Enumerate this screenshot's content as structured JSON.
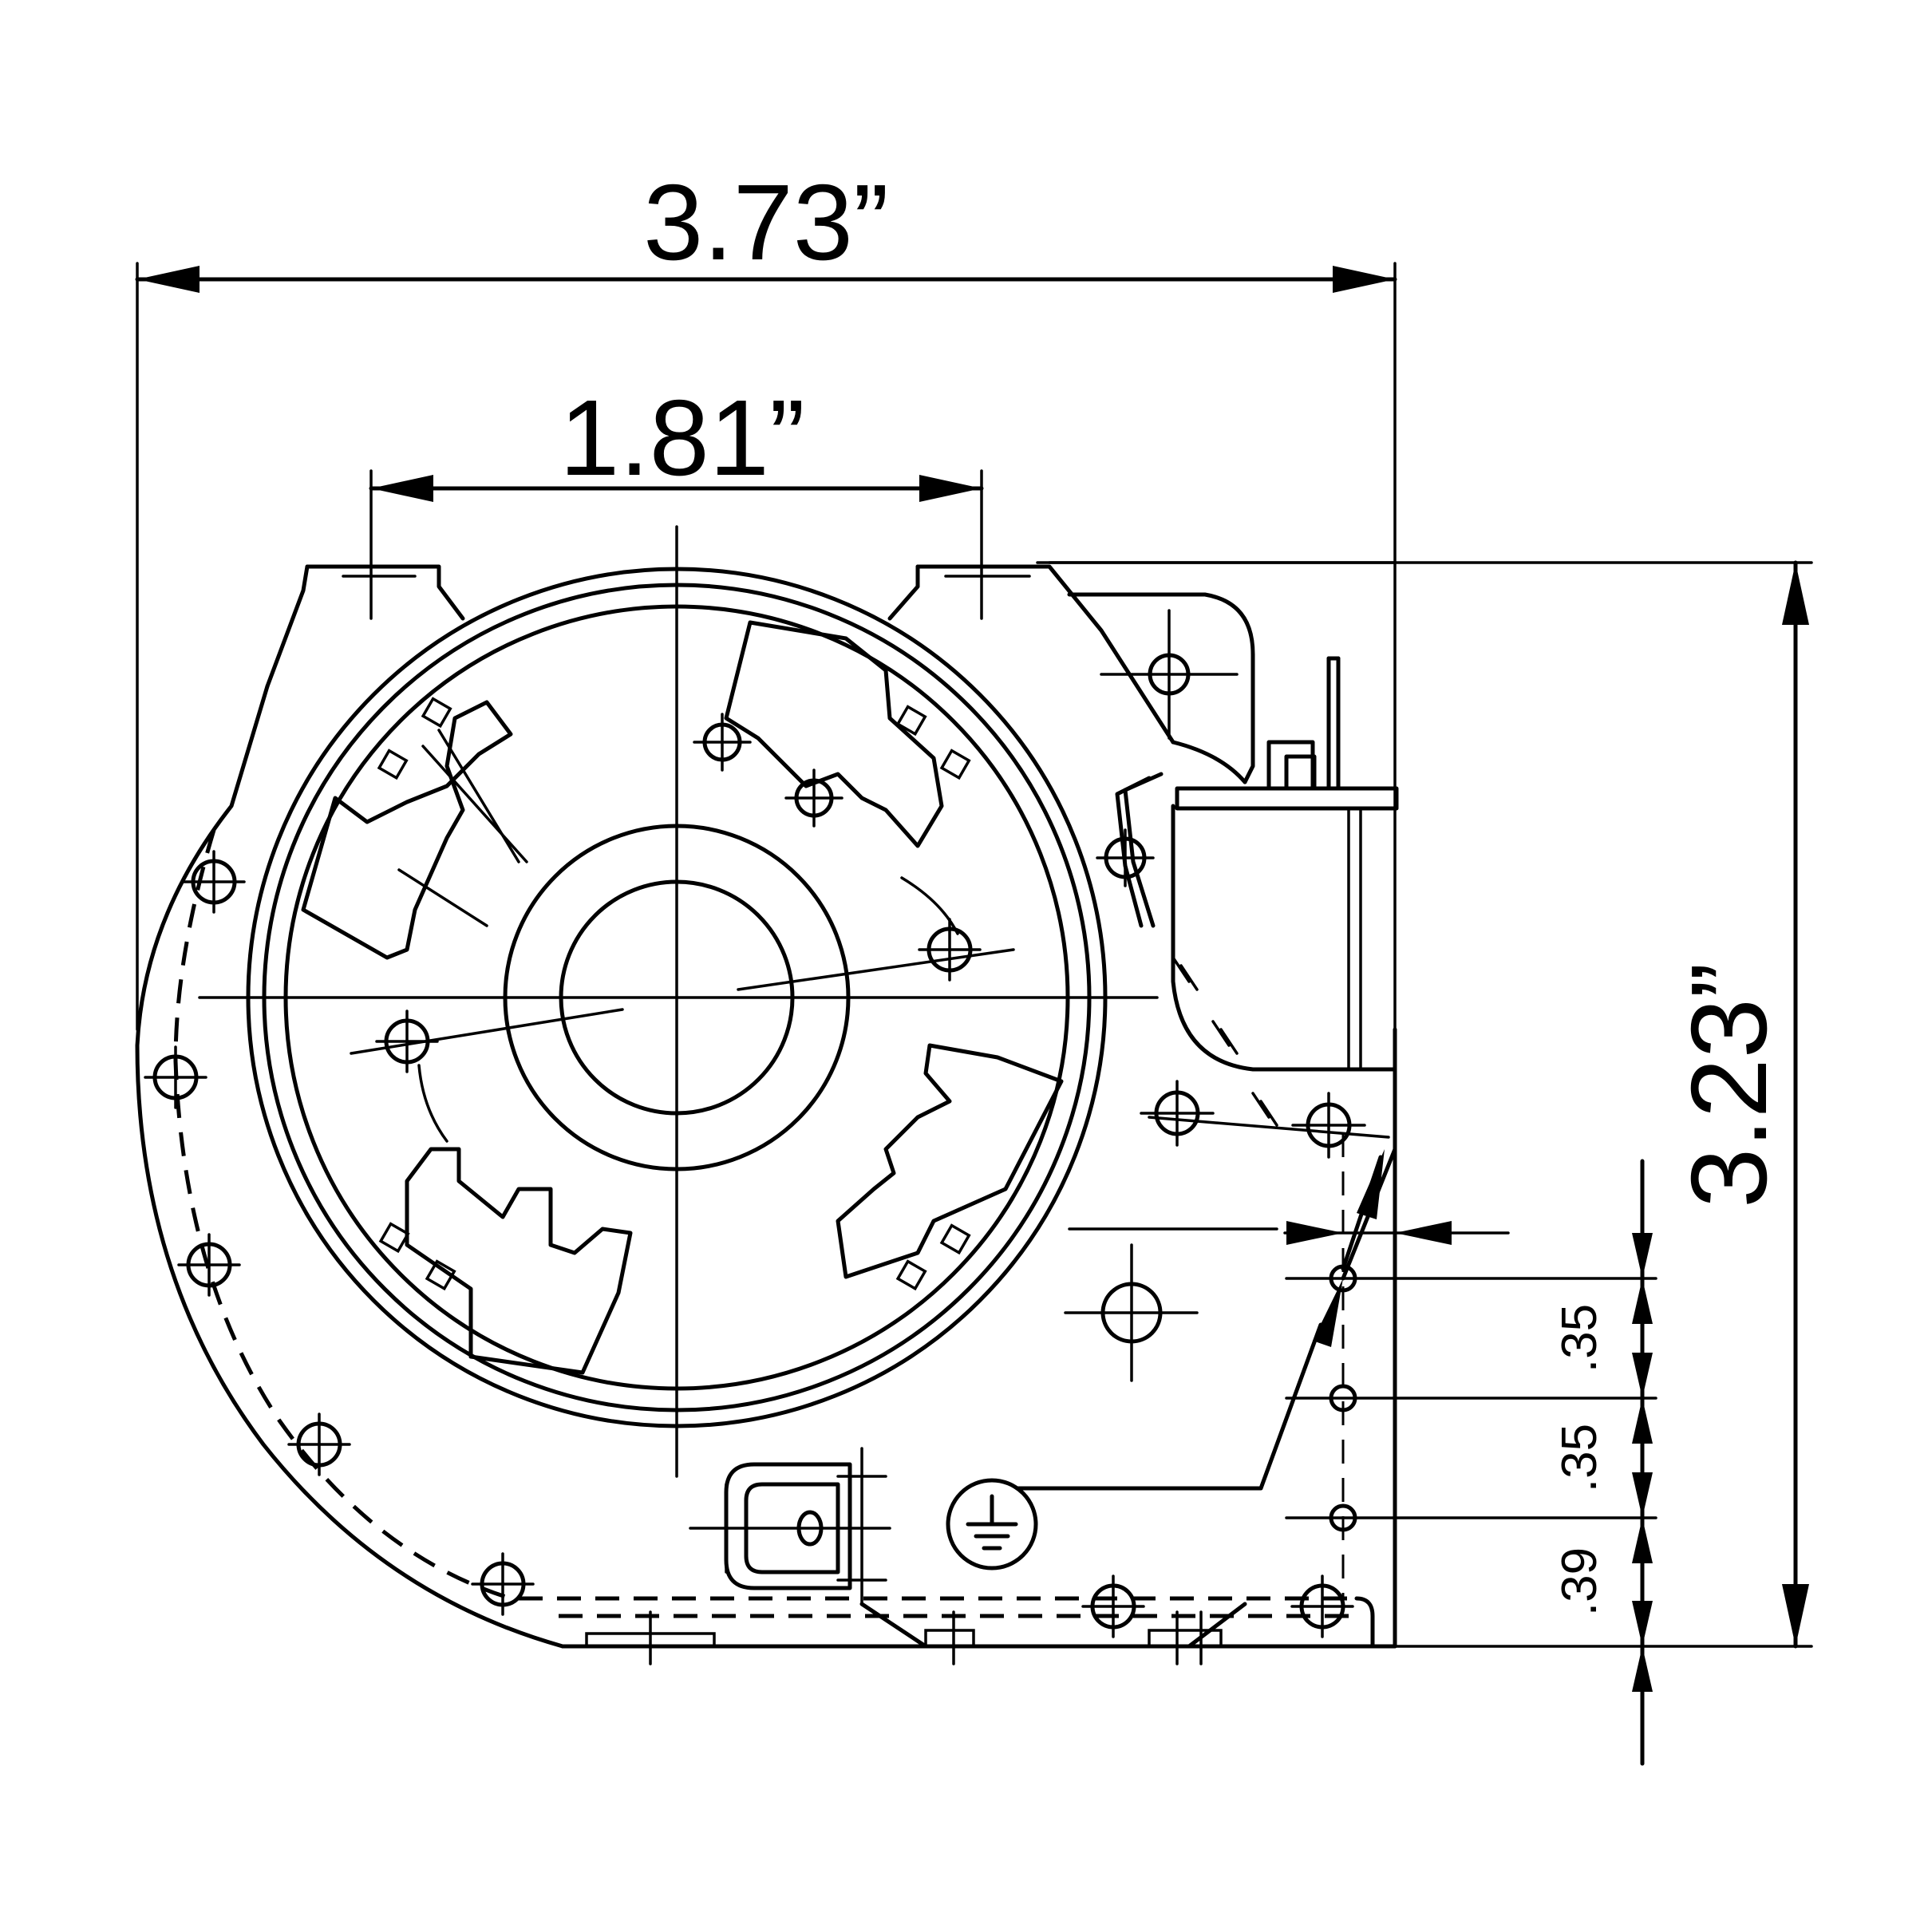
{
  "dimensions": {
    "overall_width": "3.73”",
    "mount_spacing": "1.81”",
    "overall_height": "3.23”",
    "hole_spacing_top": ".35",
    "hole_spacing_middle": ".35",
    "hole_bottom_offset": ".39"
  }
}
